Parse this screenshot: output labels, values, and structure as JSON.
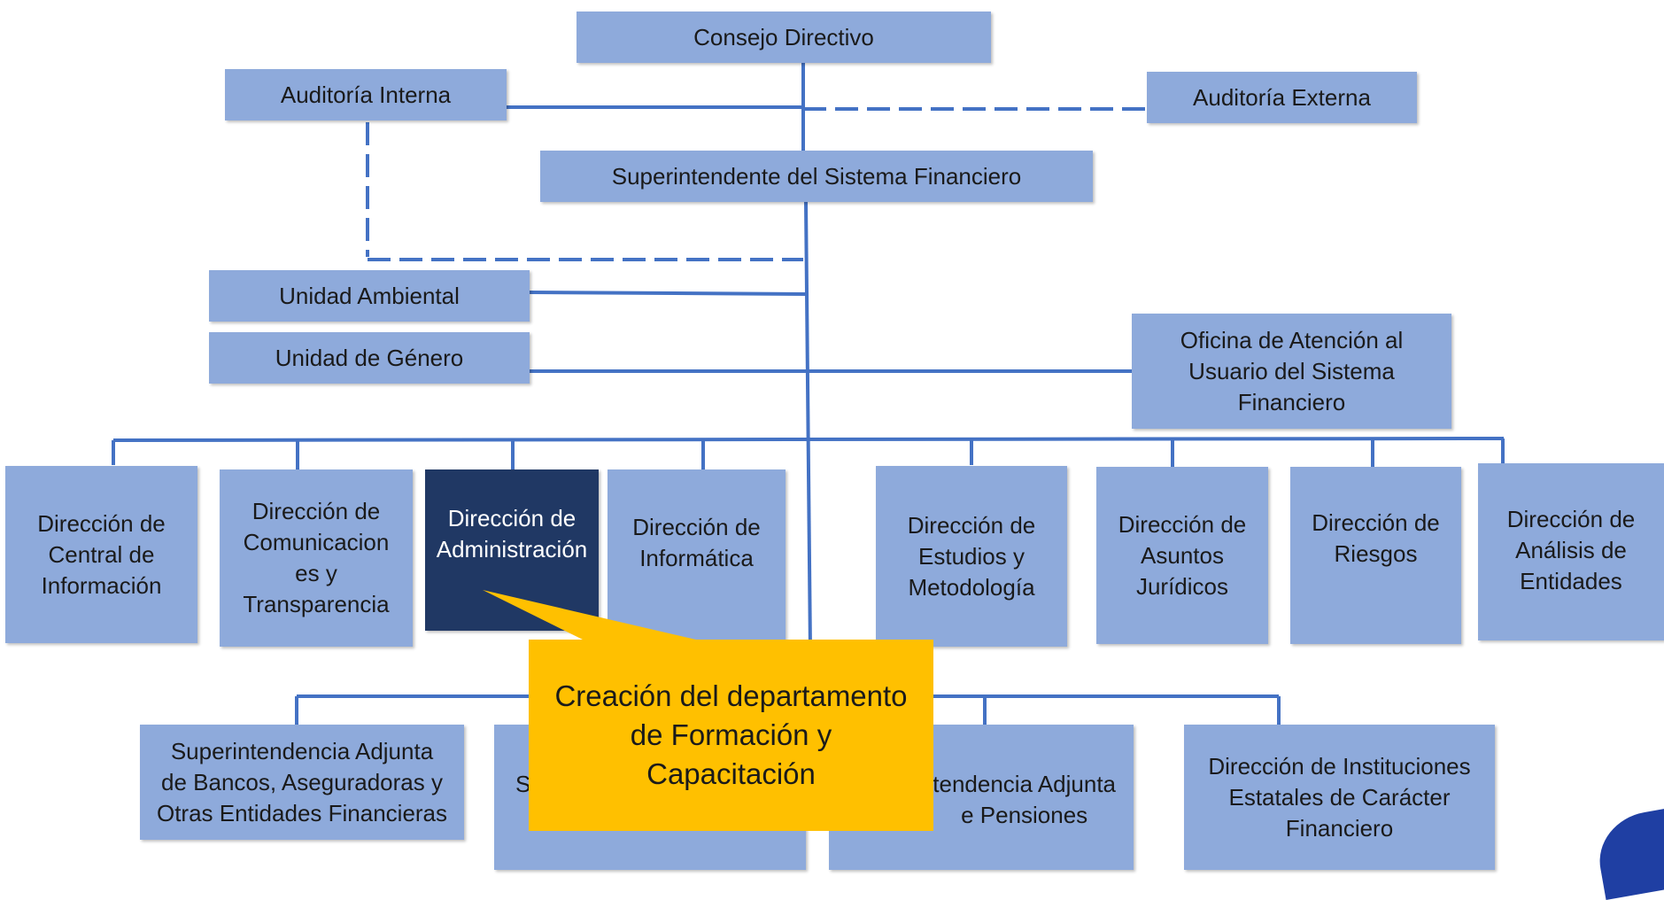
{
  "org_chart": {
    "consejo": "Consejo Directivo",
    "auditoria_interna": "Auditoría Interna",
    "auditoria_externa": "Auditoría Externa",
    "superintendente": "Superintendente del Sistema Financiero",
    "unidad_ambiental": "Unidad Ambiental",
    "unidad_genero": "Unidad de Género",
    "oficina_atencion": "Oficina de Atención al\nUsuario del Sistema\nFinanciero",
    "directions": [
      "Dirección de\nCentral de\nInformación",
      "Dirección de\nComunicacion\nes y\nTransparencia",
      "Dirección de\nAdministración",
      "Dirección de\nInformática",
      "Dirección de\nEstudios y\nMetodología",
      "Dirección de\nAsuntos\nJurídicos",
      "Dirección de\nRiesgos",
      "Dirección de\nAnálisis de\nEntidades"
    ],
    "bottom": [
      "Superintendencia Adjunta\nde Bancos, Aseguradoras y\nOtras Entidades Financieras",
      "S",
      "tendencia Adjunta\ne Pensiones",
      "Dirección de Instituciones\nEstatales de Carácter\nFinanciero"
    ]
  },
  "callout": {
    "text": "Creación del departamento\nde Formación y\nCapacitación",
    "color": "#FFC000"
  },
  "colors": {
    "box": "#8EAADB",
    "highlight": "#203864",
    "line": "#4472C4"
  }
}
